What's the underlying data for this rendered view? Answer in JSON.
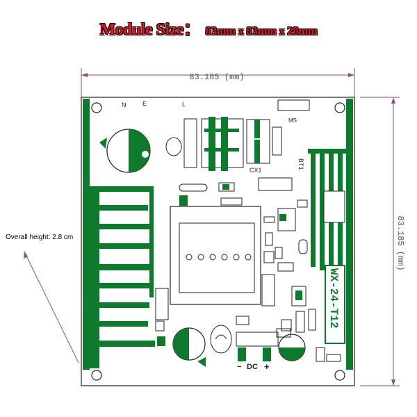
{
  "title": {
    "main": "Module Size：",
    "dims": "83mm x 83mm x 28mm"
  },
  "side_note": "Overall height: 2.8 cm",
  "dimensions": {
    "width_label": "83.185 (mm)",
    "height_label": "83.185 (mm)"
  },
  "board": {
    "model": "WX-24-T12",
    "labels": {
      "n": "N",
      "e": "E",
      "l": "L",
      "ms": "MS",
      "cx1": "CX1",
      "bt1": "BT1",
      "dc": "DC",
      "dc_minus": "−",
      "dc_plus": "+"
    }
  },
  "colors": {
    "trace": "#0f7a2e",
    "title": "#d8182a",
    "dimension": "#8a4e86"
  }
}
